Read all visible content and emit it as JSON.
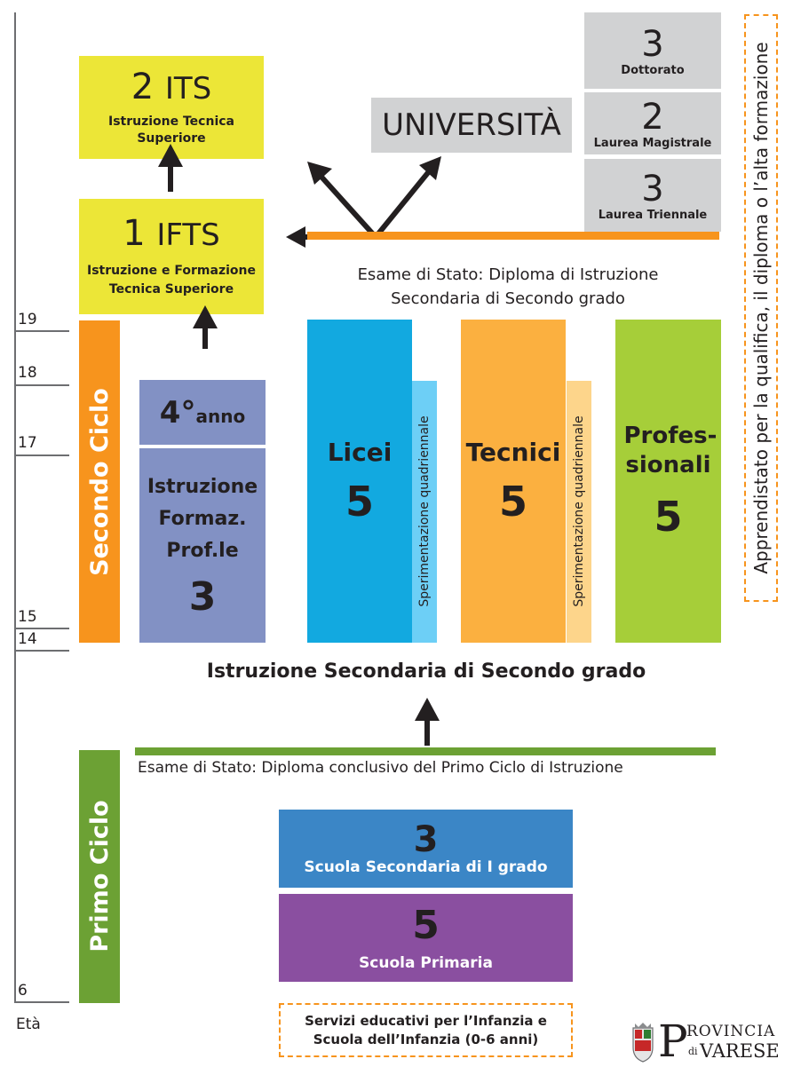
{
  "age_axis": {
    "label": "Età",
    "ticks": [
      "19",
      "18",
      "17",
      "15",
      "14",
      "6"
    ]
  },
  "cycles": {
    "secondo": "Secondo Ciclo",
    "primo": "Primo Ciclo"
  },
  "its": {
    "years": "2",
    "name": "ITS",
    "desc": "Istruzione Tecnica Superiore"
  },
  "ifts": {
    "years": "1",
    "name": "IFTS",
    "desc": "Istruzione e Formazione Tecnica Superiore"
  },
  "universita": {
    "label": "UNIVERSITÀ",
    "levels": [
      {
        "years": "3",
        "name": "Dottorato"
      },
      {
        "years": "2",
        "name": "Laurea Magistrale"
      },
      {
        "years": "3",
        "name": "Laurea Triennale"
      }
    ]
  },
  "esame_secondo": "Esame di Stato: Diploma di Istruzione Secondaria di Secondo grado",
  "iefp": {
    "quarto": "4°",
    "quarto_sub": "anno",
    "name": "Istruzione Formaz. Prof.le",
    "years": "3"
  },
  "licei": {
    "name": "Licei",
    "years": "5"
  },
  "tecnici": {
    "name": "Tecnici",
    "years": "5"
  },
  "professionali": {
    "name": "Profes-sionali",
    "years": "5"
  },
  "sperimentazione": "Sperimentazione quadriennale",
  "secondaria_title": "Istruzione Secondaria di Secondo grado",
  "esame_primo": "Esame di Stato: Diploma conclusivo del Primo Ciclo di Istruzione",
  "secondaria_primo": {
    "years": "3",
    "name": "Scuola Secondaria di I grado"
  },
  "primaria": {
    "years": "5",
    "name": "Scuola Primaria"
  },
  "infanzia": "Servizi educativi per l’Infanzia e Scuola dell’Infanzia (0-6 anni)",
  "apprendistato": "Apprendistato per la qualifica, il diploma o l’alta formazione",
  "logo": {
    "line1": "ROVINCIA",
    "line2": "VARESE",
    "initial": "P",
    "di": "di"
  },
  "colors": {
    "yellow": "#ece637",
    "gray": "#d1d2d3",
    "orange": "#f7941d",
    "periwinkle": "#8291c4",
    "blue": "#12a9e0",
    "light_blue": "#6dcff6",
    "tecnici": "#fbb040",
    "tecnici_light": "#fdd58b",
    "green": "#a6ce39",
    "primo_green": "#6ca134",
    "sec_blue": "#3b86c6",
    "purple": "#8a4fa0"
  }
}
